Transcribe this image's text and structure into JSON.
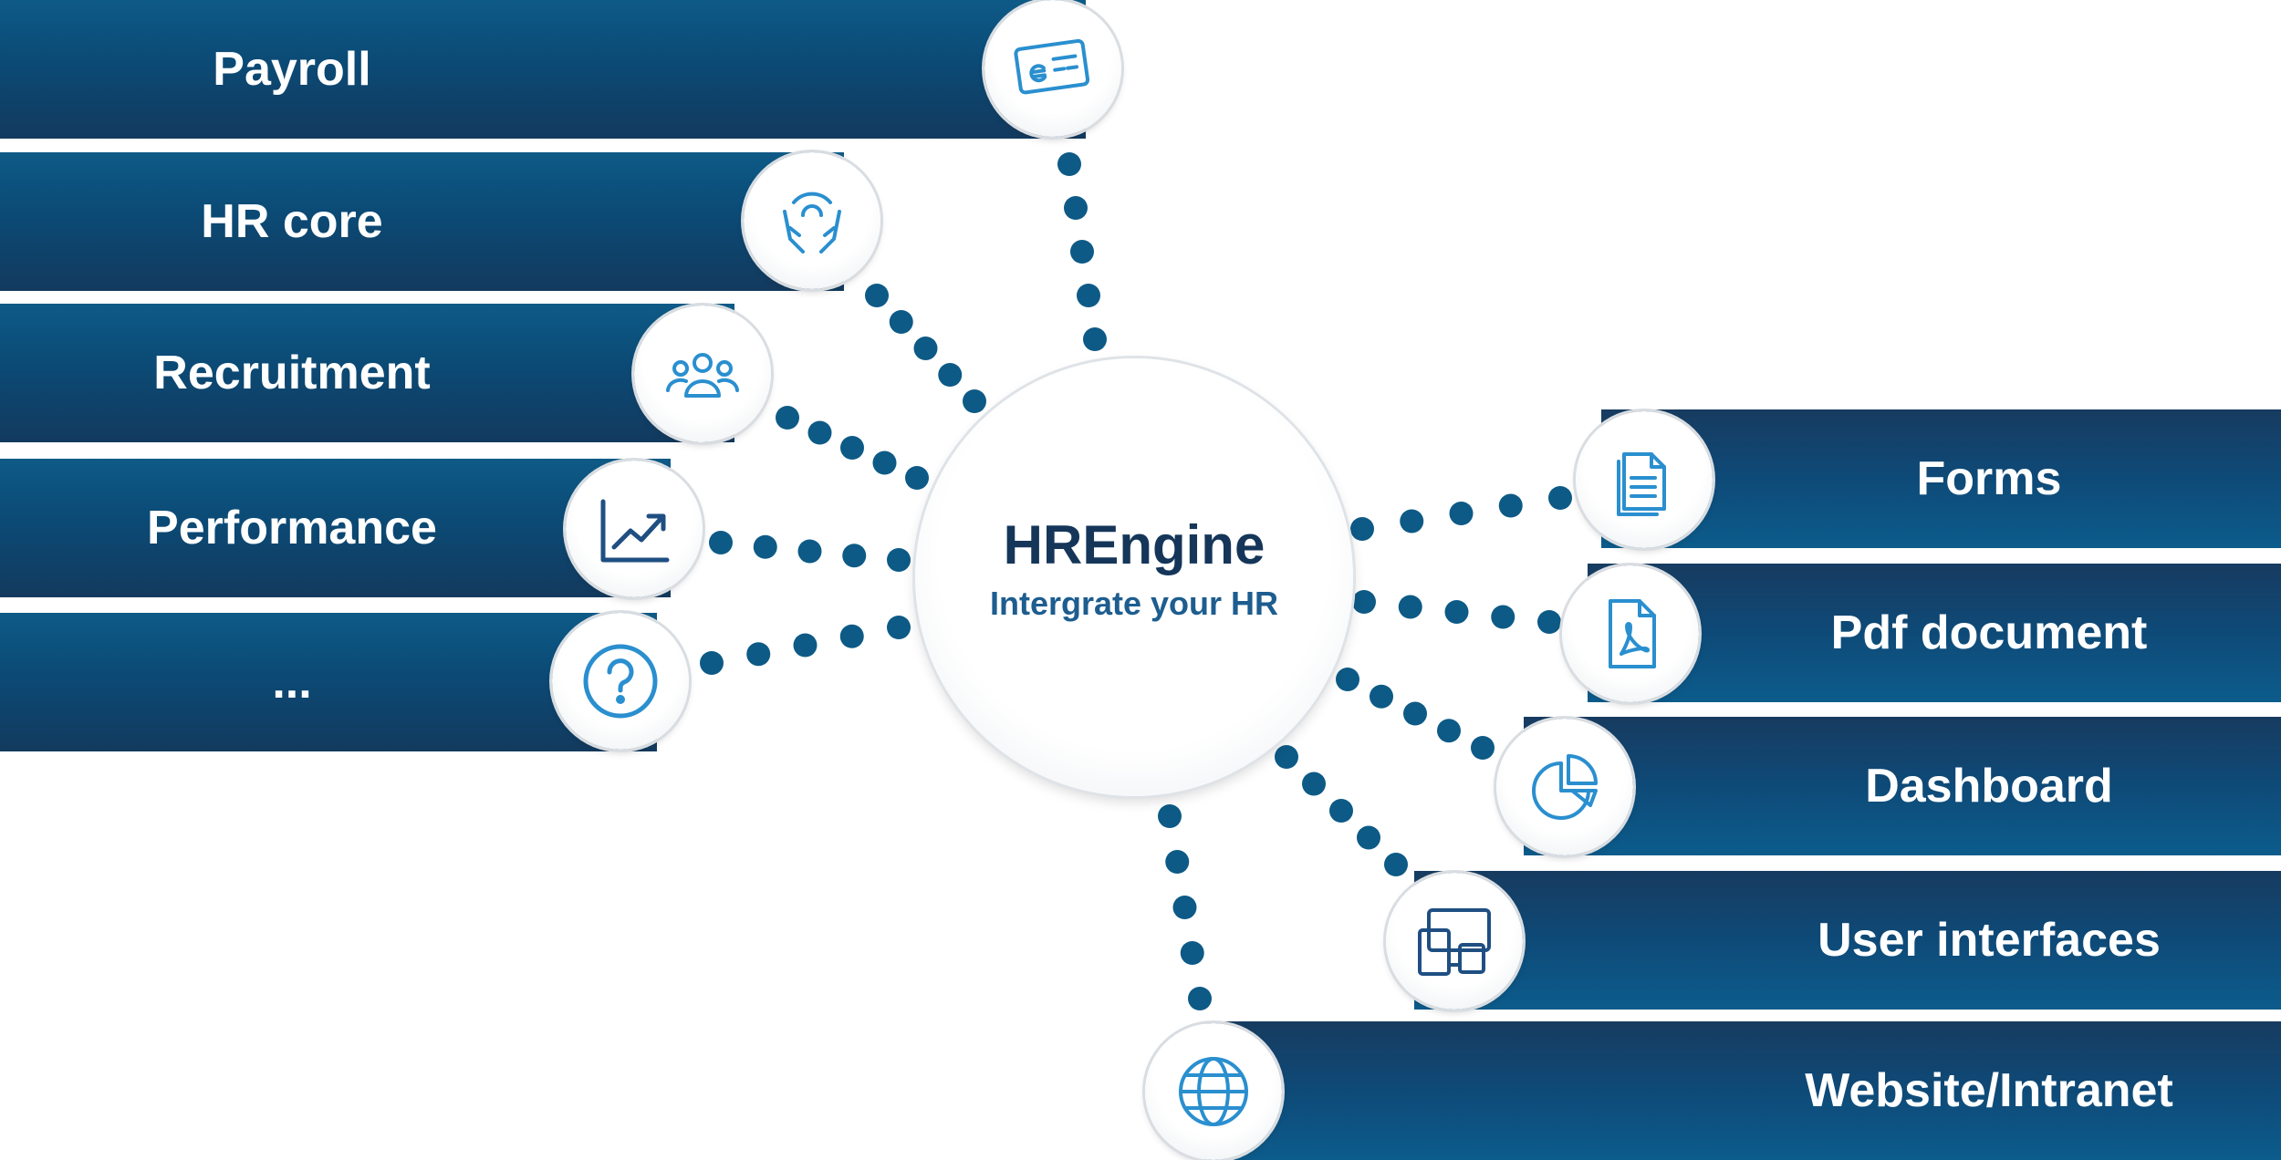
{
  "hub": {
    "title": "HREngine",
    "subtitle": "Intergrate your HR"
  },
  "left_items": [
    {
      "label": "Payroll",
      "icon": "euro-card-icon"
    },
    {
      "label": "HR core",
      "icon": "hands-care-icon"
    },
    {
      "label": "Recruitment",
      "icon": "people-group-icon"
    },
    {
      "label": "Performance",
      "icon": "growth-chart-icon"
    },
    {
      "label": "...",
      "icon": "question-icon"
    }
  ],
  "right_items": [
    {
      "label": "Forms",
      "icon": "forms-icon"
    },
    {
      "label": "Pdf document",
      "icon": "pdf-document-icon"
    },
    {
      "label": "Dashboard",
      "icon": "pie-chart-icon"
    },
    {
      "label": "User interfaces",
      "icon": "devices-icon"
    },
    {
      "label": "Website/Intranet",
      "icon": "globe-icon"
    }
  ],
  "colors": {
    "bar_dark": "#133a5e",
    "bar_light": "#0e5a87",
    "icon": "#2a8fcf",
    "dot": "#0d5a86"
  }
}
